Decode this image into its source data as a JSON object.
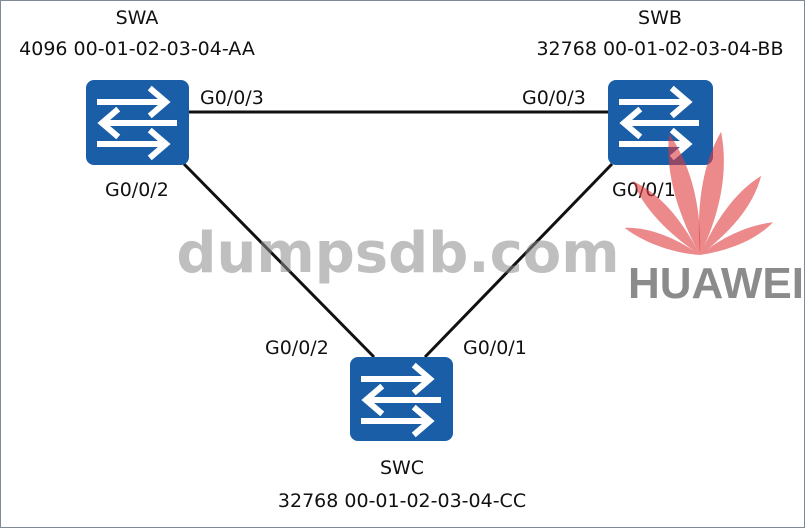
{
  "switches": [
    {
      "name": "SWA",
      "bridge_id": "4096 00-01-02-03-04-AA"
    },
    {
      "name": "SWB",
      "bridge_id": "32768 00-01-02-03-04-BB"
    },
    {
      "name": "SWC",
      "bridge_id": "32768 00-01-02-03-04-CC"
    }
  ],
  "ports": {
    "swa_to_swb": "G0/0/3",
    "swb_to_swa": "G0/0/3",
    "swa_to_swc": "G0/0/2",
    "swc_to_swa": "G0/0/2",
    "swb_to_swc": "G0/0/1",
    "swc_to_swb": "G0/0/1"
  },
  "watermark": "dumpsdb.com",
  "logo": "HUAWEI",
  "colors": {
    "switch": "#1a5ea8",
    "logo_red": "#e03a3e",
    "link": "#111111"
  }
}
